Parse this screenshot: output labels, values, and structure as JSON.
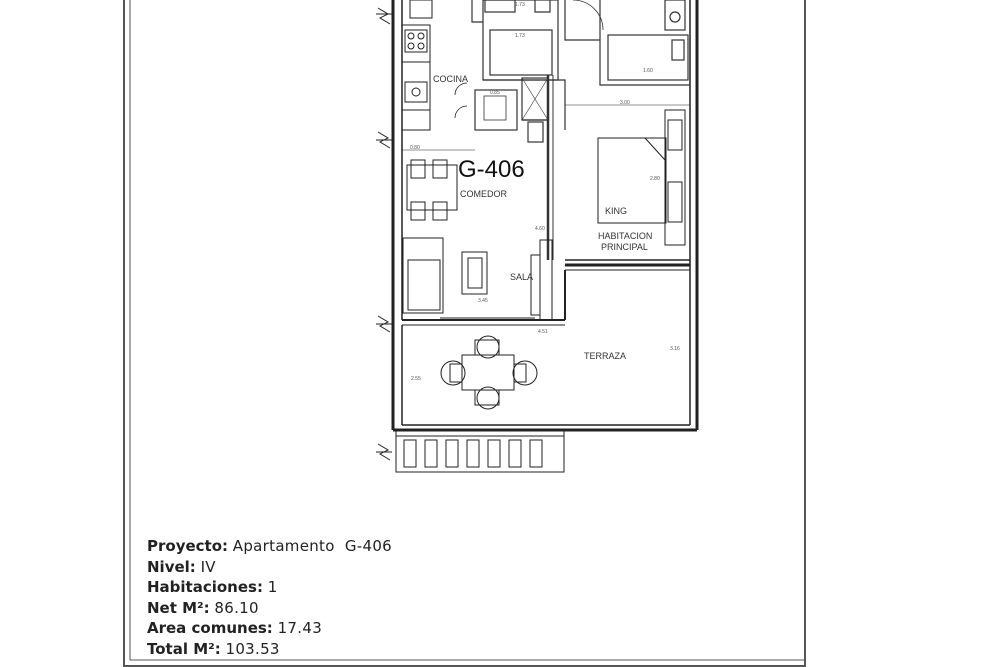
{
  "plan": {
    "unit": "G-406",
    "rooms": {
      "cocina": "COCINA",
      "comedor": "COMEDOR",
      "sala": "SALA",
      "king": "KING",
      "habitacion_l1": "HABITACION",
      "habitacion_l2": "PRINCIPAL",
      "terraza": "TERRAZA"
    },
    "dims": {
      "d1": "1.73",
      "d2": "1.73",
      "d3": "1.60",
      "d4": "0.80",
      "d5": "3.00",
      "d6": "2.80",
      "d7": "4.60",
      "d8": "3.45",
      "d9": "4.51",
      "d10": "2.55",
      "d11": "3.16",
      "d12": "0.85"
    }
  },
  "info": {
    "proyecto_label": "Proyecto:",
    "proyecto_value": "Apartamento  G-406",
    "nivel_label": "Nivel:",
    "nivel_value": "IV",
    "habitaciones_label": "Habitaciones:",
    "habitaciones_value": "1",
    "net_label": "Net M²:",
    "net_value": "86.10",
    "area_label": "Area comunes:",
    "area_value": "17.43",
    "total_label": "Total M²:",
    "total_value": "103.53"
  }
}
